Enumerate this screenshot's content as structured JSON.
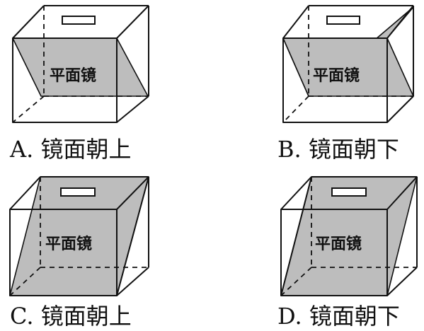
{
  "figure": {
    "options": [
      {
        "letter": "A",
        "caption": "A. 镜面朝上",
        "mirror_label": "平面镜",
        "variant": "horizontal-back-left"
      },
      {
        "letter": "B",
        "caption": "B. 镜面朝下",
        "mirror_label": "平面镜",
        "variant": "horizontal-back-right"
      },
      {
        "letter": "C",
        "caption": "C. 镜面朝上",
        "mirror_label": "平面镜",
        "variant": "vertical-left"
      },
      {
        "letter": "D",
        "caption": "D. 镜面朝下",
        "mirror_label": "平面镜",
        "variant": "vertical-right"
      }
    ]
  }
}
